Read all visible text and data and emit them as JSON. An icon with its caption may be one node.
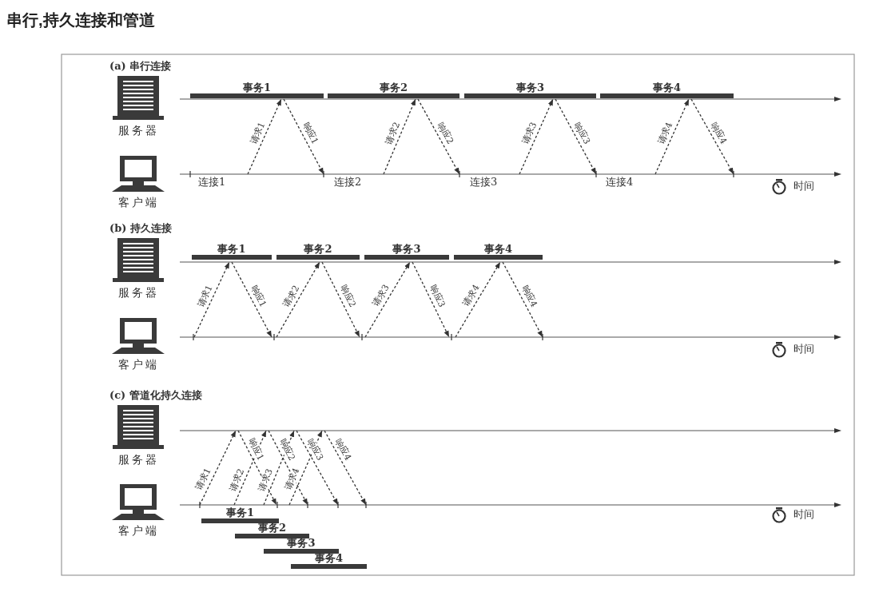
{
  "diagram": {
    "title": "串行,持久连接和管道",
    "nodes": [
      {
        "text": [
          "服务器"
        ]
      },
      {
        "text": [
          "客户端"
        ]
      },
      {
        "text": [],
        "shape": "line"
      },
      {
        "text": [],
        "shape": "line"
      },
      {
        "text": [
          "事务1"
        ]
      },
      {
        "text": [
          "事务2"
        ]
      },
      {
        "text": [
          "事务3"
        ]
      },
      {
        "text": [
          "事务4"
        ]
      },
      {
        "text": [
          "服务器"
        ]
      },
      {
        "text": [
          "客户端"
        ]
      },
      {
        "text": [],
        "shape": "line"
      },
      {
        "text": [],
        "shape": "line"
      },
      {
        "text": [
          "事务1"
        ]
      },
      {
        "text": [
          "事务2"
        ]
      },
      {
        "text": [
          "事务3"
        ]
      },
      {
        "text": [
          "事务4"
        ]
      },
      {
        "text": [
          "服务器"
        ]
      },
      {
        "text": [
          "客户端"
        ]
      },
      {
        "text": [],
        "shape": "line"
      },
      {
        "text": [],
        "shape": "line"
      },
      {
        "text": [
          "事务1"
        ]
      },
      {
        "text": [
          "事务2"
        ]
      },
      {
        "text": [
          "事务3"
        ]
      },
      {
        "text": [
          "事务4"
        ]
      }
    ],
    "edges": [
      {
        "from": 3,
        "to": 2,
        "arrow": "to",
        "label": "请求1",
        "style": "dashed"
      },
      {
        "from": 2,
        "to": 3,
        "arrow": "to",
        "label": "响应1",
        "style": "dashed"
      },
      {
        "from": 3,
        "to": 2,
        "arrow": "to",
        "label": "请求2",
        "style": "dashed"
      },
      {
        "from": 2,
        "to": 3,
        "arrow": "to",
        "label": "响应2",
        "style": "dashed"
      },
      {
        "from": 3,
        "to": 2,
        "arrow": "to",
        "label": "请求3",
        "style": "dashed"
      },
      {
        "from": 2,
        "to": 3,
        "arrow": "to",
        "label": "响应3",
        "style": "dashed"
      },
      {
        "from": 3,
        "to": 2,
        "arrow": "to",
        "label": "请求4",
        "style": "dashed"
      },
      {
        "from": 2,
        "to": 3,
        "arrow": "to",
        "label": "响应4",
        "style": "dashed"
      },
      {
        "from": 11,
        "to": 10,
        "arrow": "to",
        "label": "请求1",
        "style": "dashed"
      },
      {
        "from": 10,
        "to": 11,
        "arrow": "to",
        "label": "响应1",
        "style": "dashed"
      },
      {
        "from": 11,
        "to": 10,
        "arrow": "to",
        "label": "请求2",
        "style": "dashed"
      },
      {
        "from": 10,
        "to": 11,
        "arrow": "to",
        "label": "响应2",
        "style": "dashed"
      },
      {
        "from": 11,
        "to": 10,
        "arrow": "to",
        "label": "请求3",
        "style": "dashed"
      },
      {
        "from": 10,
        "to": 11,
        "arrow": "to",
        "label": "响应3",
        "style": "dashed"
      },
      {
        "from": 11,
        "to": 10,
        "arrow": "to",
        "label": "请求4",
        "style": "dashed"
      },
      {
        "from": 10,
        "to": 11,
        "arrow": "to",
        "label": "响应4",
        "style": "dashed"
      },
      {
        "from": 19,
        "to": 18,
        "arrow": "to",
        "label": "请求1",
        "style": "dashed"
      },
      {
        "from": 18,
        "to": 19,
        "arrow": "to",
        "label": "响应1",
        "style": "dashed"
      },
      {
        "from": 19,
        "to": 18,
        "arrow": "to",
        "label": "请求2",
        "style": "dashed"
      },
      {
        "from": 18,
        "to": 19,
        "arrow": "to",
        "label": "响应2",
        "style": "dashed"
      },
      {
        "from": 19,
        "to": 18,
        "arrow": "to",
        "label": "请求3",
        "style": "dashed"
      },
      {
        "from": 18,
        "to": 19,
        "arrow": "to",
        "label": "响应3",
        "style": "dashed"
      },
      {
        "from": 19,
        "to": 18,
        "arrow": "to",
        "label": "请求4",
        "style": "dashed"
      },
      {
        "from": 18,
        "to": 19,
        "arrow": "to",
        "label": "响应4",
        "style": "dashed"
      }
    ],
    "labels": [
      "(a) 串行连接",
      "连接1",
      "连接2",
      "连接3",
      "连接4",
      "时间",
      "(b) 持久连接",
      "时间",
      "(c) 管道化持久连接",
      "时间"
    ]
  }
}
